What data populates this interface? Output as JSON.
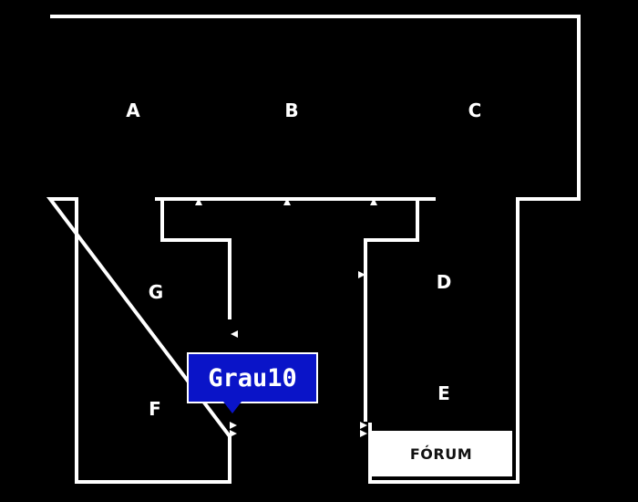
{
  "rooms": {
    "a": "A",
    "b": "B",
    "c": "C",
    "d": "D",
    "e": "E",
    "f": "F",
    "g": "G"
  },
  "tooltip": {
    "label": "Grau10",
    "color": "#0a14c8"
  },
  "forum": {
    "label": "FÓRUM"
  },
  "colors": {
    "background": "#000000",
    "walls": "#ffffff"
  }
}
